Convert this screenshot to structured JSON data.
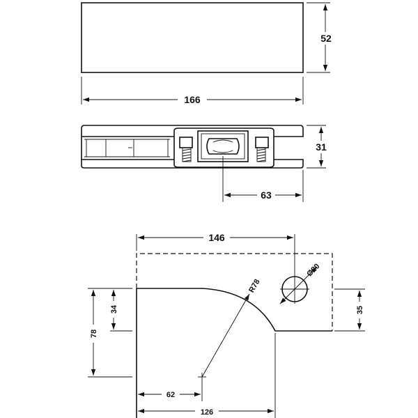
{
  "top_view": {
    "height_dim": "52",
    "width_dim": "166"
  },
  "side_view": {
    "height_dim": "31",
    "offset_dim": "63"
  },
  "cutout": {
    "top_width_dim": "146",
    "hole_dim": "Ø20",
    "radius_dim": "R78",
    "left_step_dim": "34",
    "left_height_dim": "78",
    "right_height_dim": "35",
    "bottom_short_dim": "62",
    "bottom_long_dim": "126"
  }
}
